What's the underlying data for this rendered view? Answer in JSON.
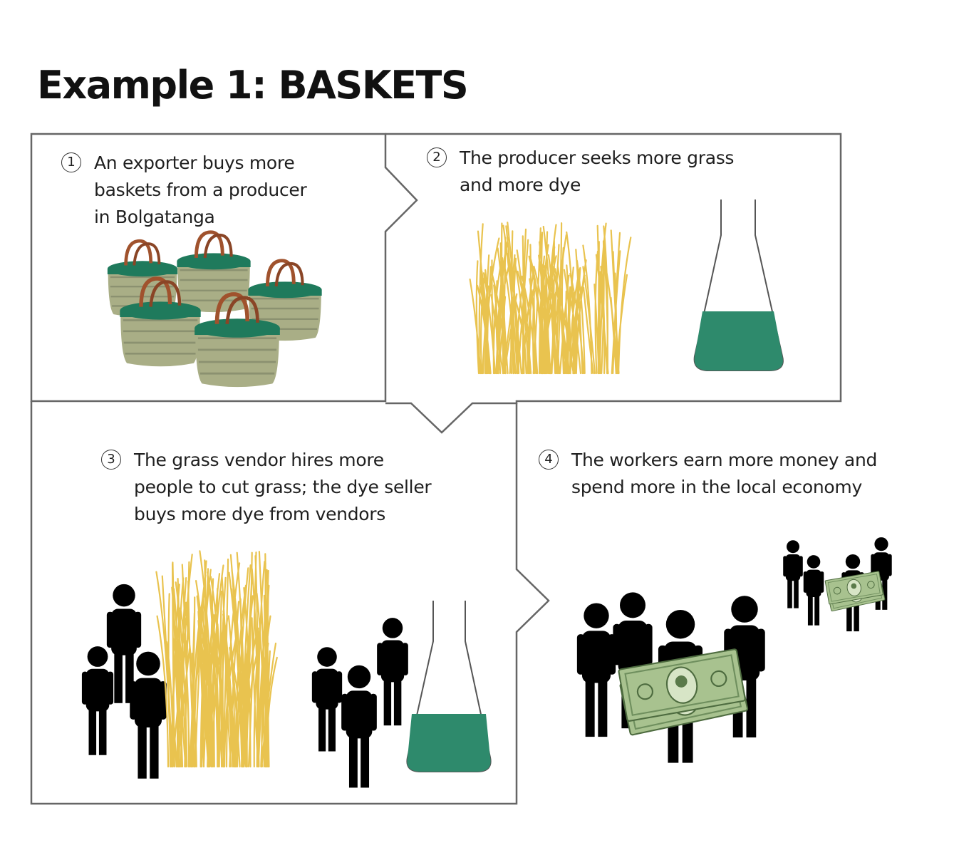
{
  "title": "Example 1: BASKETS",
  "steps": [
    {
      "number": "1",
      "text": "An exporter buys more\nbaskets from a producer\nin Bolgatanga"
    },
    {
      "number": "2",
      "text": "The producer seeks more grass\nand more dye"
    },
    {
      "number": "3",
      "text": "The grass vendor hires more\npeople to cut grass; the dye seller\nbuys more dye from vendors"
    },
    {
      "number": "4",
      "text": "The workers earn more money and\nspend more in the local economy"
    }
  ],
  "colors": {
    "dye": "#2e8a6c",
    "grass": "#e9c34f",
    "basket_rim": "#1f7a5c",
    "basket_body": "#a9ae86",
    "handle": "#a0522d",
    "people": "#000000",
    "money": "#a8c28f",
    "border": "#666666"
  },
  "icons": [
    "basket-icon",
    "grass-icon",
    "flask-icon",
    "person-icon",
    "money-icon"
  ]
}
